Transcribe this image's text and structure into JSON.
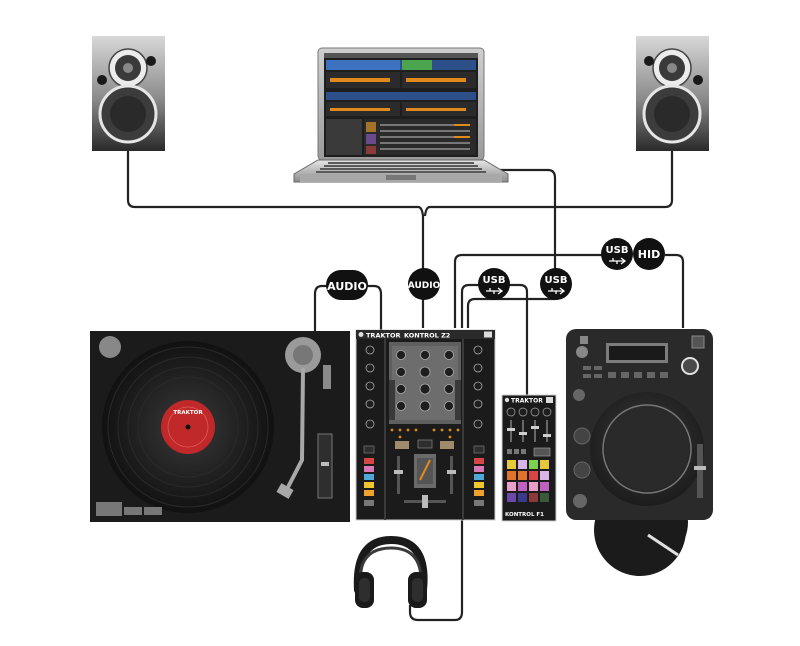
{
  "connections": {
    "audio_left": "AUDIO",
    "audio_center": "AUDIO",
    "usb_mixer": "USB",
    "usb_f1": "USB",
    "usb_cdj": "USB",
    "hid_cdj": "HID"
  },
  "devices": {
    "mixer_brand": "TRAKTOR",
    "mixer_model": "KONTROL Z2",
    "f1_brand": "TRAKTOR",
    "f1_model": "KONTROL F1",
    "vinyl_label": "TRAKTOR"
  },
  "colors": {
    "cable": "#222222",
    "device": "#1b1b1b",
    "device_panel": "#333333",
    "badge": "#111111",
    "vinyl_red": "#c0282a",
    "screen_blue": "#2d4f8a",
    "waveform_orange": "#e08a1e"
  }
}
